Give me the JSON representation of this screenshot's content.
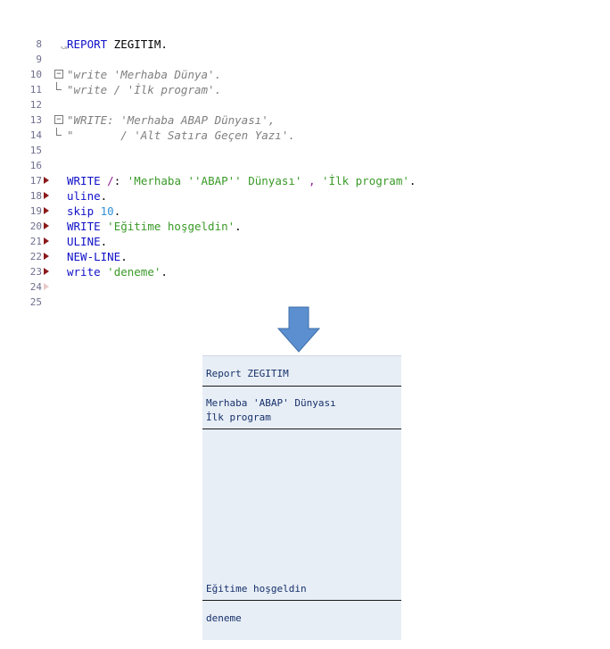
{
  "editor": {
    "top_partial": "*&-------------------------------------------------------------------",
    "lines": [
      {
        "num": "8",
        "parts": [
          {
            "cls": "kw",
            "t": "REPORT"
          },
          {
            "cls": "txt",
            "t": " ZEGITIM."
          }
        ]
      },
      {
        "num": "9",
        "parts": []
      },
      {
        "num": "10",
        "parts": [
          {
            "cls": "cmt",
            "t": "\"write 'Merhaba Dünya'."
          }
        ]
      },
      {
        "num": "11",
        "parts": [
          {
            "cls": "cmt",
            "t": "\"write / 'İlk program'."
          }
        ]
      },
      {
        "num": "12",
        "parts": []
      },
      {
        "num": "13",
        "parts": [
          {
            "cls": "cmt",
            "t": "\"WRITE: 'Merhaba ABAP Dünyası',"
          }
        ]
      },
      {
        "num": "14",
        "parts": [
          {
            "cls": "cmt",
            "t": "\"       / 'Alt Satıra Geçen Yazı'."
          }
        ]
      },
      {
        "num": "15",
        "parts": []
      },
      {
        "num": "16",
        "parts": []
      },
      {
        "num": "17",
        "parts": [
          {
            "cls": "kw",
            "t": "WRITE"
          },
          {
            "cls": "op",
            "t": " /"
          },
          {
            "cls": "txt",
            "t": ": "
          },
          {
            "cls": "str",
            "t": "'Merhaba ''ABAP'' Dünyası'"
          },
          {
            "cls": "txt",
            "t": " "
          },
          {
            "cls": "op",
            "t": ","
          },
          {
            "cls": "txt",
            "t": " "
          },
          {
            "cls": "str",
            "t": "'İlk program'"
          },
          {
            "cls": "txt",
            "t": "."
          }
        ]
      },
      {
        "num": "18",
        "parts": [
          {
            "cls": "kw",
            "t": "uline"
          },
          {
            "cls": "txt",
            "t": "."
          }
        ]
      },
      {
        "num": "19",
        "parts": [
          {
            "cls": "kw",
            "t": "skip"
          },
          {
            "cls": "txt",
            "t": " "
          },
          {
            "cls": "num",
            "t": "10"
          },
          {
            "cls": "txt",
            "t": "."
          }
        ]
      },
      {
        "num": "20",
        "parts": [
          {
            "cls": "kw",
            "t": "WRITE"
          },
          {
            "cls": "txt",
            "t": " "
          },
          {
            "cls": "str",
            "t": "'Eğitime hoşgeldin'"
          },
          {
            "cls": "txt",
            "t": "."
          }
        ]
      },
      {
        "num": "21",
        "parts": [
          {
            "cls": "kw",
            "t": "ULINE"
          },
          {
            "cls": "txt",
            "t": "."
          }
        ]
      },
      {
        "num": "22",
        "parts": [
          {
            "cls": "kw",
            "t": "NEW-LINE"
          },
          {
            "cls": "txt",
            "t": "."
          }
        ]
      },
      {
        "num": "23",
        "parts": [
          {
            "cls": "kw",
            "t": "write"
          },
          {
            "cls": "txt",
            "t": " "
          },
          {
            "cls": "str",
            "t": "'deneme'"
          },
          {
            "cls": "txt",
            "t": "."
          }
        ]
      },
      {
        "num": "24",
        "parts": []
      },
      {
        "num": "25",
        "parts": []
      }
    ]
  },
  "output": {
    "title": "Report ZEGITIM",
    "line1": "Merhaba 'ABAP' Dünyası",
    "line2": "İlk program",
    "line3": "Eğitime hoşgeldin",
    "line4": "deneme"
  },
  "colors": {
    "arrow": "#5b8fcf",
    "output_bg": "#e8eef6",
    "keyword": "#1010c8",
    "string": "#3a9a28",
    "comment": "#7f7f7f"
  }
}
